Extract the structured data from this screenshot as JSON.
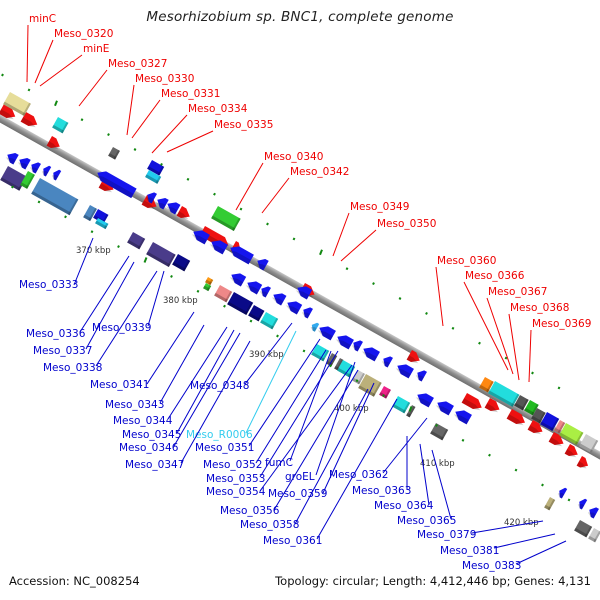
{
  "title": "Mesorhizobium sp. BNC1, complete genome",
  "footer": {
    "accession": "Accession: NC_008254",
    "summary": "Topology: circular; Length: 4,412,446 bp; Genes: 4,131"
  },
  "colors": {
    "forward_label": "#ee0000",
    "reverse_label": "#0000cc",
    "rna_label": "#33ccee",
    "backbone": "#9a9a9a",
    "tick": "#118811"
  },
  "ticks": [
    {
      "label": "370 kbp"
    },
    {
      "label": "380 kbp"
    },
    {
      "label": "390 kbp"
    },
    {
      "label": "400 kbp"
    },
    {
      "label": "410 kbp"
    },
    {
      "label": "420 kbp"
    }
  ],
  "forward_labels": [
    {
      "text": "minC"
    },
    {
      "text": "Meso_0320"
    },
    {
      "text": "minE"
    },
    {
      "text": "Meso_0327"
    },
    {
      "text": "Meso_0330"
    },
    {
      "text": "Meso_0331"
    },
    {
      "text": "Meso_0334"
    },
    {
      "text": "Meso_0335"
    },
    {
      "text": "Meso_0340"
    },
    {
      "text": "Meso_0342"
    },
    {
      "text": "Meso_0349"
    },
    {
      "text": "Meso_0350"
    },
    {
      "text": "Meso_0360"
    },
    {
      "text": "Meso_0366"
    },
    {
      "text": "Meso_0367"
    },
    {
      "text": "Meso_0368"
    },
    {
      "text": "Meso_0369"
    }
  ],
  "reverse_labels": [
    {
      "text": "Meso_0333"
    },
    {
      "text": "Meso_0336"
    },
    {
      "text": "Meso_0339"
    },
    {
      "text": "Meso_0337"
    },
    {
      "text": "Meso_0338"
    },
    {
      "text": "Meso_0341"
    },
    {
      "text": "Meso_0348"
    },
    {
      "text": "Meso_0343"
    },
    {
      "text": "Meso_0344"
    },
    {
      "text": "Meso_0345"
    },
    {
      "text": "Meso_R0006",
      "rna": true
    },
    {
      "text": "Meso_0346"
    },
    {
      "text": "Meso_0351"
    },
    {
      "text": "Meso_0347"
    },
    {
      "text": "Meso_0352"
    },
    {
      "text": "fumC"
    },
    {
      "text": "Meso_0353"
    },
    {
      "text": "groEL"
    },
    {
      "text": "Meso_0362"
    },
    {
      "text": "Meso_0354"
    },
    {
      "text": "Meso_0359"
    },
    {
      "text": "Meso_0363"
    },
    {
      "text": "Meso_0356"
    },
    {
      "text": "Meso_0364"
    },
    {
      "text": "Meso_0358"
    },
    {
      "text": "Meso_0365"
    },
    {
      "text": "Meso_0361"
    },
    {
      "text": "Meso_0379"
    },
    {
      "text": "Meso_0381"
    },
    {
      "text": "Meso_0383"
    }
  ]
}
